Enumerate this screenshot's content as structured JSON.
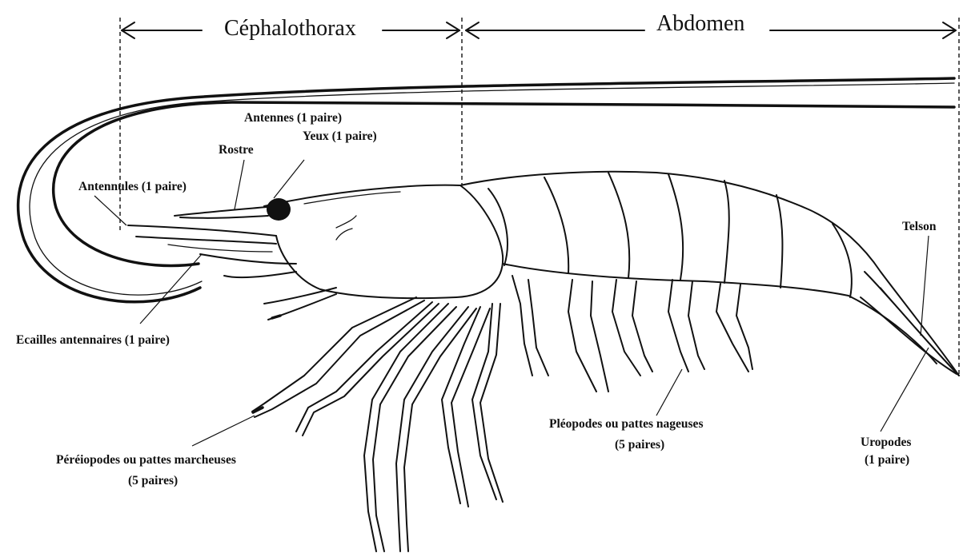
{
  "regions": {
    "cephalothorax": "Céphalothorax",
    "abdomen": "Abdomen"
  },
  "labels": {
    "antennes": "Antennes (1 paire)",
    "yeux": "Yeux (1 paire)",
    "rostre": "Rostre",
    "antennules": "Antennules (1 paire)",
    "ecailles": "Ecailles antennaires (1 paire)",
    "pereiopodes_line1": "Péréiopodes ou pattes marcheuses",
    "pereiopodes_line2": "(5 paires)",
    "pleopodes_line1": "Pléopodes ou pattes nageuses",
    "pleopodes_line2": "(5 paires)",
    "telson": "Telson",
    "uropodes_line1": "Uropodes",
    "uropodes_line2": "(1 paire)"
  }
}
